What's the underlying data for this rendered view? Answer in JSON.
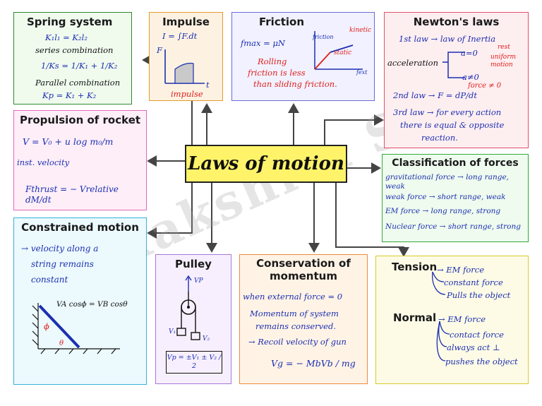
{
  "center": {
    "title": "Laws of motion"
  },
  "watermark": "Rakshita Singh",
  "spring": {
    "title": "Spring system",
    "l1": "K₁l₁ = K₂l₂",
    "l2": "series combination",
    "l3": "1/Ks = 1/K₁ + 1/K₂",
    "l4": "Parallel combination",
    "l5": "Kp = K₁ + K₂"
  },
  "impulse": {
    "title": "Impulse",
    "formula": "I = ∫F.dt",
    "axis_f": "F",
    "axis_t": "t",
    "label": "impulse"
  },
  "friction": {
    "title": "Friction",
    "formula": "fmax = μN",
    "l1": "Rolling",
    "l2": "friction is less",
    "l3": "than sliding friction.",
    "g_kinetic": "kinetic",
    "g_static": "static",
    "g_friction": "friction",
    "g_fext": "fext"
  },
  "newton": {
    "title": "Newton's laws",
    "l1": "1st law → law of Inertia",
    "accel": "acceleration",
    "a0": "a=0",
    "rest": "rest",
    "uniform": "uniform motion",
    "an0": "a≠0",
    "force": "force ≠ 0",
    "l2": "2nd law → F = dP/dt",
    "l3": "3rd law → for every action",
    "l4": "there is equal & opposite",
    "l5": "reaction."
  },
  "propulsion": {
    "title": "Propulsion of rocket",
    "l1": "V = V₀ + u log m₀/m",
    "l2": "inst. velocity",
    "l3": "Fthrust = − Vrelative dM/dt"
  },
  "classification": {
    "title": "Classification of forces",
    "l1": "gravitational force → long range, weak",
    "l2": "weak force → short range, weak",
    "l3": "EM force → long range, strong",
    "l4": "Nuclear force → short range, strong"
  },
  "constrained": {
    "title": "Constrained motion",
    "l1": "→ velocity along a",
    "l2": "string remains",
    "l3": "constant",
    "eq": "VA cosϕ = VB cosθ",
    "phi": "ϕ",
    "theta": "θ"
  },
  "pulley": {
    "title": "Pulley",
    "vp": "VP",
    "v1": "V₁",
    "v2": "V₂",
    "eq": "Vp = ±V₁ ± V₂ / 2"
  },
  "conservation": {
    "title1": "Conservation of",
    "title2": "momentum",
    "l1": "when external force = 0",
    "l2": "Momentum of system",
    "l3": "remains conserved.",
    "l4": "→ Recoil velocity of gun",
    "l5": "Vg = − MbVb / mg"
  },
  "tension": {
    "title": "Tension",
    "t1": "→ EM force",
    "t2": "constant force",
    "t3": "Pulls the object",
    "normal": "Normal",
    "n1": "→ EM force",
    "n2": "contact force",
    "n3": "always act ⊥",
    "n4": "pushes the object"
  },
  "colors": {
    "ink": "#1c2fb0",
    "red": "#e0201c",
    "center_fill": "#fff36a"
  }
}
